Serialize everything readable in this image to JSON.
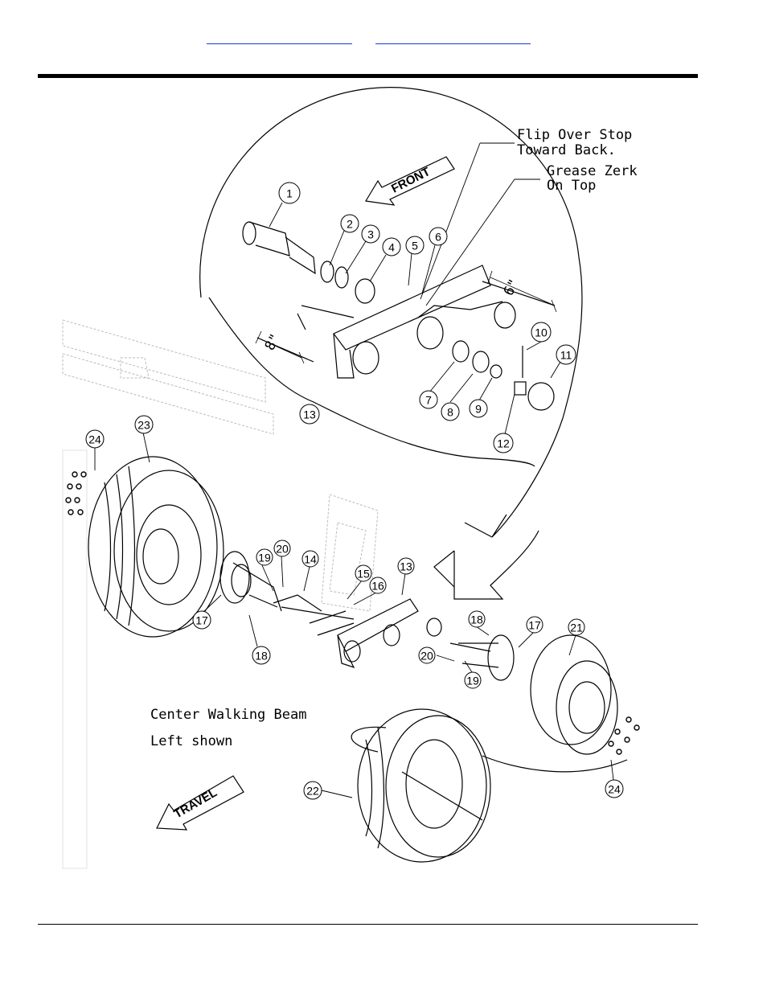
{
  "links": [
    {
      "id": "link-left",
      "text": ""
    },
    {
      "id": "link-right",
      "text": ""
    }
  ],
  "callouts": {
    "flip_over_stop": [
      "Flip Over Stop",
      "Toward Back."
    ],
    "grease_zerk": [
      "Grease Zerk",
      "On Top"
    ],
    "caption": [
      "Center Walking Beam",
      "Left shown"
    ]
  },
  "arrows": {
    "front": "FRONT",
    "travel": "TRAVEL"
  },
  "dimensions": {
    "left": "8\"",
    "right": "6\""
  },
  "part_numbers": [
    "1",
    "2",
    "3",
    "4",
    "5",
    "6",
    "7",
    "8",
    "9",
    "10",
    "11",
    "12",
    "13",
    "13",
    "14",
    "15",
    "16",
    "17",
    "17",
    "18",
    "18",
    "19",
    "19",
    "20",
    "20",
    "21",
    "22",
    "23",
    "24",
    "24"
  ]
}
